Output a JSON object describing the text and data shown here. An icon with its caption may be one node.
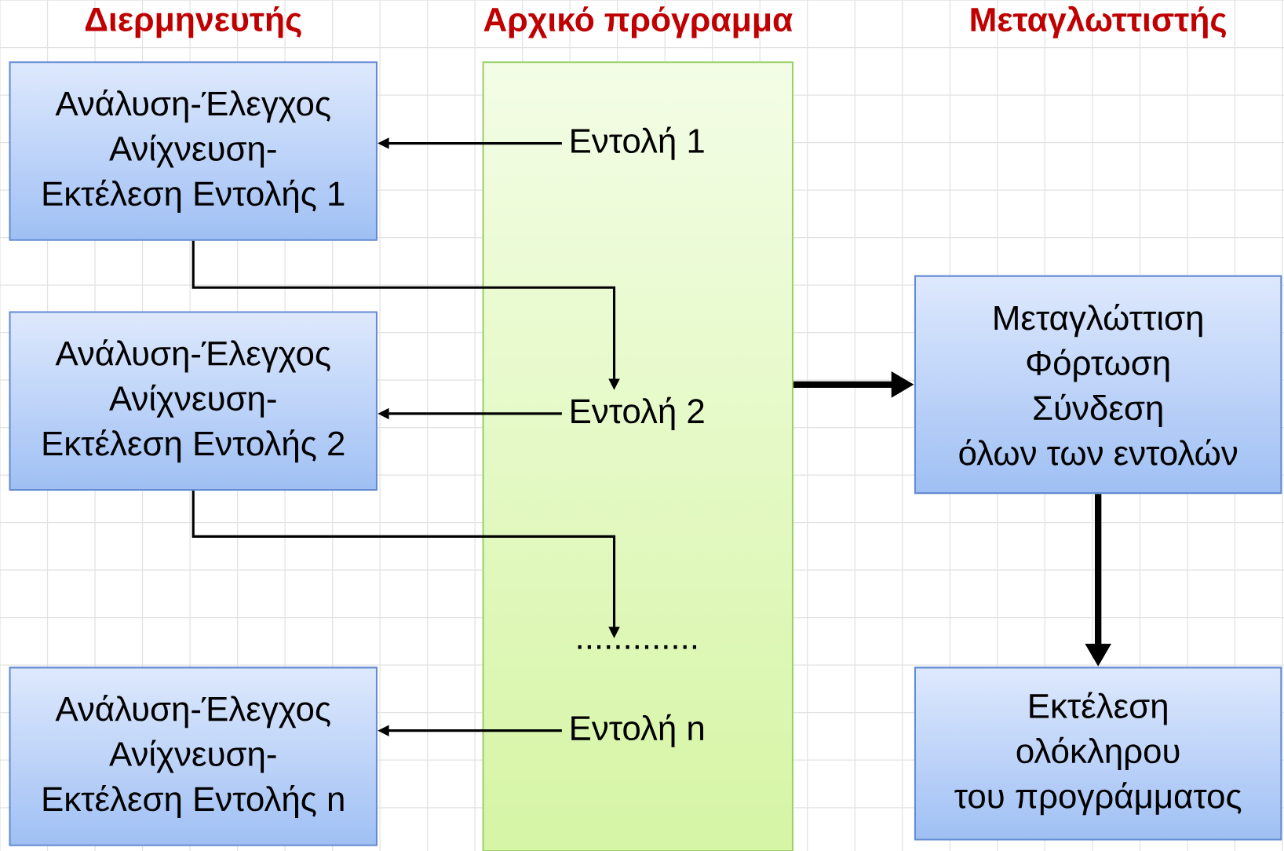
{
  "diagram": {
    "nodes": [
      {
        "text": [
          "Αρχικό πρόγραμμα"
        ]
      },
      {
        "text": [
          "Εντολή 1"
        ],
        "in": 0
      },
      {
        "text": [
          "Εντολή 2"
        ],
        "in": 0
      },
      {
        "text": [
          "............."
        ],
        "in": 0
      },
      {
        "text": [
          "Εντολή n"
        ],
        "in": 0
      },
      {
        "text": [
          "Ανάλυση-Έλεγχος",
          "Ανίχνευση-",
          "Εκτέλεση Εντολής 1"
        ]
      },
      {
        "text": [
          "Ανάλυση-Έλεγχος",
          "Ανίχνευση-",
          "Εκτέλεση Εντολής 2"
        ]
      },
      {
        "text": [
          "Ανάλυση-Έλεγχος",
          "Ανίχνευση-",
          "Εκτέλεση Εντολής n"
        ]
      },
      {
        "text": [
          "Μεταγλώττιση",
          "Φόρτωση",
          "Σύνδεση",
          "όλων των εντολών"
        ]
      },
      {
        "text": [
          "Εκτέλεση",
          "ολόκληρου",
          "του προγράμματος"
        ]
      }
    ],
    "edges": [
      {
        "from": 1,
        "to": 5,
        "arrow": "to"
      },
      {
        "from": 5,
        "to": 2,
        "arrow": "to"
      },
      {
        "from": 2,
        "to": 6,
        "arrow": "to"
      },
      {
        "from": 6,
        "to": 3,
        "arrow": "to"
      },
      {
        "from": 4,
        "to": 7,
        "arrow": "to"
      },
      {
        "from": 0,
        "to": 8,
        "arrow": "to",
        "style": "thick"
      },
      {
        "from": 8,
        "to": 9,
        "arrow": "to",
        "style": "thick"
      }
    ],
    "labels": [
      "Διερμηνευτής",
      "Μεταγλωττιστής"
    ]
  }
}
